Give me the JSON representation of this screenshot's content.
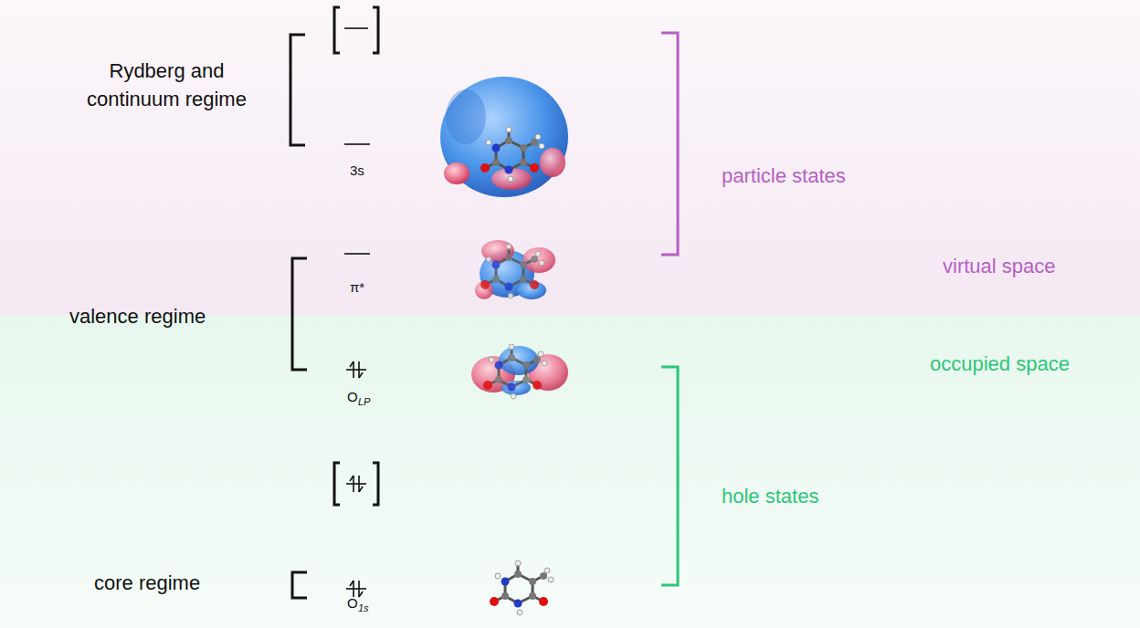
{
  "diagram": {
    "nodes": [
      {
        "text": [
          "virtual space"
        ]
      },
      {
        "text": [
          "occupied space"
        ]
      }
    ],
    "labels": [
      "Rydberg and continuum regime",
      "3s",
      "particle states",
      "π*",
      "valence regime",
      "O",
      "LP",
      "hole states",
      "core regime",
      "O",
      "1s"
    ]
  }
}
